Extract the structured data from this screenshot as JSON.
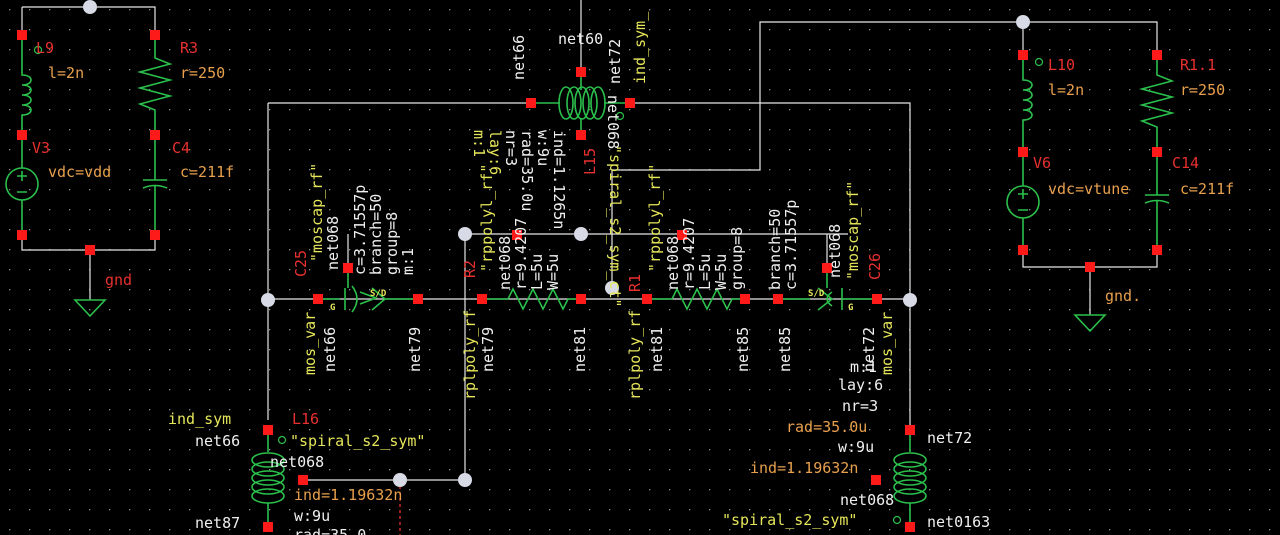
{
  "labels": {
    "l9": "L9",
    "l9_val": "l=2n",
    "r3": "R3",
    "r3_val": "r=250",
    "v3": "V3",
    "v3_val": "vdc=vdd",
    "c4": "C4",
    "c4_val": "c=211f",
    "gnd_left": "gnd",
    "net66_top": "net66",
    "net60_top": "net60",
    "net72_top": "net72",
    "ind_sym_top": "ind_sym_",
    "net068_top": "net068",
    "m_top": "m:1",
    "lay_top": "lay:6",
    "nr_top": "nr=3",
    "rad_top": "rad=35.0u",
    "w_top": "w:9u",
    "ind_top": "ind=1.1265n",
    "spiral_top": "\"spiral_s2_sym_ct\"",
    "l15": "L15",
    "c25": "C25",
    "moscap_left": "\"moscap_rf\"",
    "net068_c25": "net068",
    "c_left": "c=3.71557p",
    "branch_left": "branch=50",
    "group_left": "group=8",
    "m_left": "m:1",
    "r2": "R2",
    "rppoly_r2": "\"rppolyl_rf\"",
    "net068_r2": "net068",
    "r_r2": "r=9.4207",
    "l_r2": "L=5u",
    "w_r2": "W=5u",
    "r1": "R1",
    "rppoly_r1": "\"rppolyl_rf\"",
    "net068_r1": "net068",
    "r_r1": "r=9.4207",
    "l_r1": "L=5u",
    "w_r1": "W=5u",
    "group_right": "group=8",
    "branch_right": "branch=50",
    "c_right": "c=3.71557p",
    "net068_c26": "net068",
    "moscap_right": "\"moscap_rf\"",
    "c26": "C26",
    "s_d": "S/D",
    "g": "G",
    "mos_var_left": "mos_var",
    "net66_mid": "net66",
    "net79_a": "net79",
    "rplpoly_a": "rplpoly_rf",
    "net79_b": "net79",
    "net81_a": "net81",
    "rplpoly_b": "rplpoly_rf",
    "net81_b": "net81",
    "net85_a": "net85",
    "net85_b": "net85",
    "net72_mid": "net72",
    "mos_var_right": "mos_var",
    "l10": "L10",
    "l10_val": "l=2n",
    "r11": "R1.1",
    "r11_val": "r=250",
    "v6": "V6",
    "v6_val": "vdc=vtune",
    "c14": "C14",
    "c14_val": "c=211f",
    "gnd_right": "gnd.",
    "ind_sym_left": "ind_sym",
    "l16": "L16",
    "net66_l16": "net66",
    "spiral_left": "\"spiral_s2_sym\"",
    "net068_l16": "net068",
    "ind_left": "ind=1.19632n",
    "w_left": "w:9u",
    "net87": "net87",
    "rad_left_cut": "rad=35.0",
    "m_right": "m:1",
    "lay_right": "lay:6",
    "nr_right": "nr=3",
    "rad_right": "rad=35.0u",
    "w_right": "w:9u",
    "ind_right": "ind=1.19632n",
    "net72_l": "net72",
    "net068_l": "net068",
    "spiral_right": "\"spiral_s2_sym\"",
    "net0163": "net0163"
  },
  "colors": {
    "background": "#000000",
    "wire": "#e6e6e6",
    "component": "#2bc04c",
    "pin": "#ff1a1a",
    "instance_label": "#e8302f",
    "param_label": "#e8a04c",
    "cell_label": "#e6e65a"
  }
}
